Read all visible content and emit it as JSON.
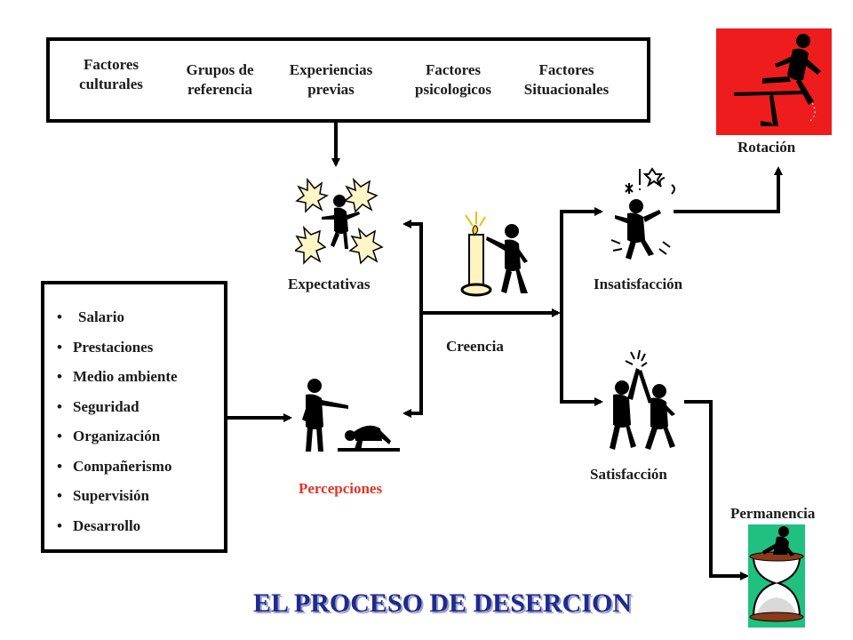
{
  "factors": [
    {
      "id": "culturales",
      "line1": "Factores",
      "line2": "culturales"
    },
    {
      "id": "referencia",
      "line1": "Grupos de",
      "line2": "referencia"
    },
    {
      "id": "experiencias",
      "line1": "Experiencias",
      "line2": "previas"
    },
    {
      "id": "psicologicos",
      "line1": "Factores",
      "line2": "psicologicos"
    },
    {
      "id": "situacionales",
      "line1": "Factores",
      "line2": "Situacionales"
    }
  ],
  "items": [
    "Salario",
    "Prestaciones",
    "Medio ambiente",
    "Seguridad",
    "Organización",
    "Compañerismo",
    "Supervisión",
    "Desarrollo"
  ],
  "labels": {
    "expectativas": "Expectativas",
    "percepciones": "Percepciones",
    "creencia": "Creencia",
    "insatisfaccion": "Insatisfacción",
    "satisfaccion": "Satisfacción",
    "rotacion": "Rotación",
    "permanencia": "Permanencia"
  },
  "title": "EL PROCESO DE DESERCION",
  "colors": {
    "percepciones": "#e0342b",
    "title": "#1f2a8c",
    "rotacion_bg": "#ee1c1c",
    "permanencia_bg": "#1fc080"
  }
}
